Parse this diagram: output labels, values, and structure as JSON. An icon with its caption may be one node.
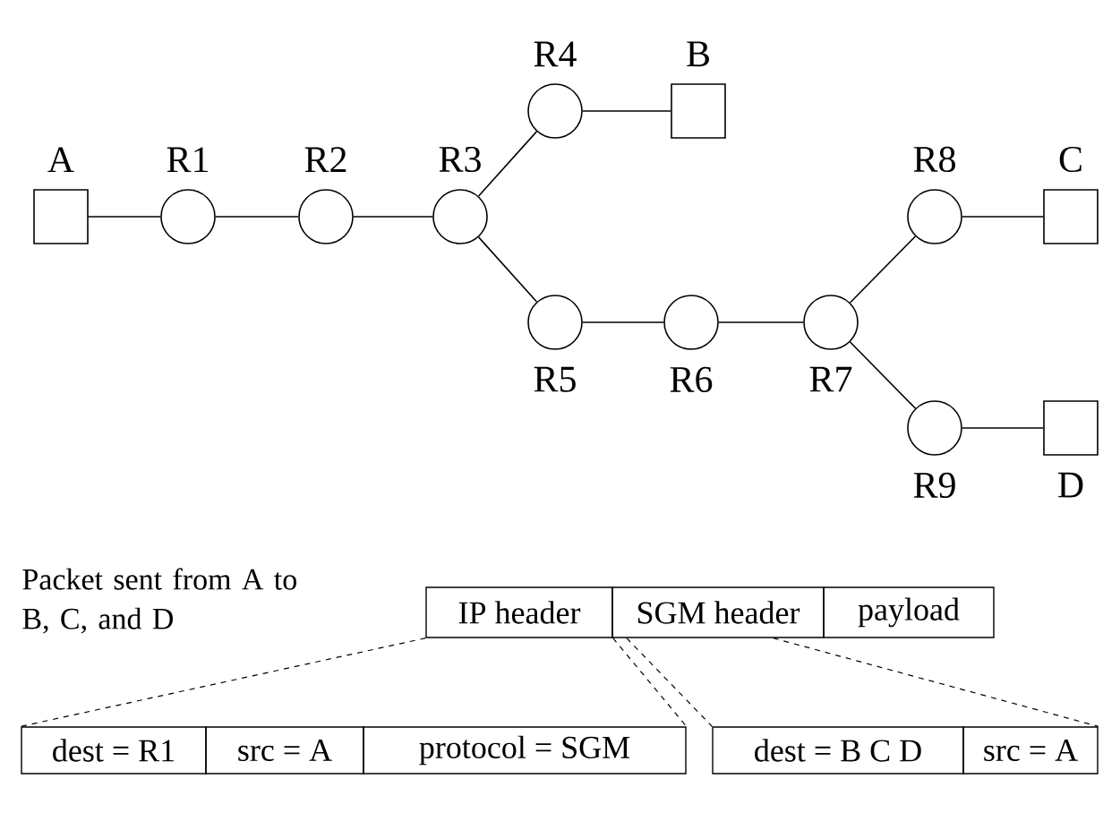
{
  "diagram": {
    "nodes": [
      {
        "text": [
          "A"
        ]
      },
      {
        "text": [
          "R1"
        ]
      },
      {
        "text": [
          "R2"
        ]
      },
      {
        "text": [
          "R3"
        ]
      },
      {
        "text": [
          "R4"
        ]
      },
      {
        "text": [
          "B"
        ]
      },
      {
        "text": [
          "R5"
        ]
      },
      {
        "text": [
          "R6"
        ]
      },
      {
        "text": [
          "R7"
        ]
      },
      {
        "text": [
          "R8"
        ]
      },
      {
        "text": [
          "C"
        ]
      },
      {
        "text": [
          "R9"
        ]
      },
      {
        "text": [
          "D"
        ]
      },
      {
        "text": [
          "IP header"
        ]
      },
      {
        "text": [
          "SGM header"
        ]
      },
      {
        "text": [
          "payload"
        ]
      },
      {
        "text": [
          "dest = R1"
        ]
      },
      {
        "text": [
          "src = A"
        ]
      },
      {
        "text": [
          "protocol = SGM"
        ]
      },
      {
        "text": [
          "dest = B C D"
        ]
      },
      {
        "text": [
          "src = A"
        ]
      }
    ],
    "edges": [
      {
        "from": 0,
        "to": 1,
        "arrow": "none"
      },
      {
        "from": 1,
        "to": 2,
        "arrow": "none"
      },
      {
        "from": 2,
        "to": 3,
        "arrow": "none"
      },
      {
        "from": 3,
        "to": 4,
        "arrow": "none"
      },
      {
        "from": 4,
        "to": 5,
        "arrow": "none"
      },
      {
        "from": 3,
        "to": 6,
        "arrow": "none"
      },
      {
        "from": 6,
        "to": 7,
        "arrow": "none"
      },
      {
        "from": 7,
        "to": 8,
        "arrow": "none"
      },
      {
        "from": 8,
        "to": 9,
        "arrow": "none"
      },
      {
        "from": 9,
        "to": 10,
        "arrow": "none"
      },
      {
        "from": 8,
        "to": 11,
        "arrow": "none"
      },
      {
        "from": 11,
        "to": 12,
        "arrow": "none"
      },
      {
        "from": 13,
        "to": 16,
        "arrow": "none",
        "style": "dashed"
      },
      {
        "from": 13,
        "to": 18,
        "arrow": "none",
        "style": "dashed"
      },
      {
        "from": 14,
        "to": 19,
        "arrow": "none",
        "style": "dashed"
      },
      {
        "from": 14,
        "to": 20,
        "arrow": "none",
        "style": "dashed"
      }
    ],
    "labels": [
      "Packet sent from A to B, C, and D"
    ]
  }
}
